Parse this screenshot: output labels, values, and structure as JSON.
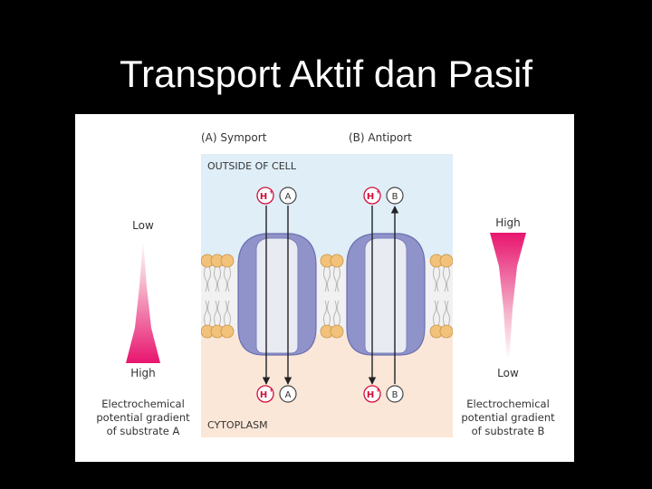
{
  "title": "Transport Aktif dan Pasif",
  "panel_a_label": "(A)  Symport",
  "panel_b_label": "(B)  Antiport",
  "outside_label": "OUTSIDE OF CELL",
  "cytoplasm_label": "CYTOPLASM",
  "left_gradient": {
    "top_label": "Low",
    "bottom_label": "High",
    "caption": [
      "Electrochemical",
      "potential gradient",
      "of substrate A"
    ]
  },
  "right_gradient": {
    "top_label": "High",
    "bottom_label": "Low",
    "caption": [
      "Electrochemical",
      "potential gradient",
      "of substrate B"
    ]
  },
  "proton_label": "H",
  "proton_charge": "+",
  "substrate_a": "A",
  "substrate_b": "B",
  "colors": {
    "outside": "#dfeef7",
    "cytoplasm": "#fbe7d8",
    "protein_outer": "#8f93c9",
    "protein_inner": "#e9ebf3",
    "proton_red": "#d2103c",
    "gradient_pink": "#e8156e",
    "lipid_head": "#f2c27a"
  }
}
